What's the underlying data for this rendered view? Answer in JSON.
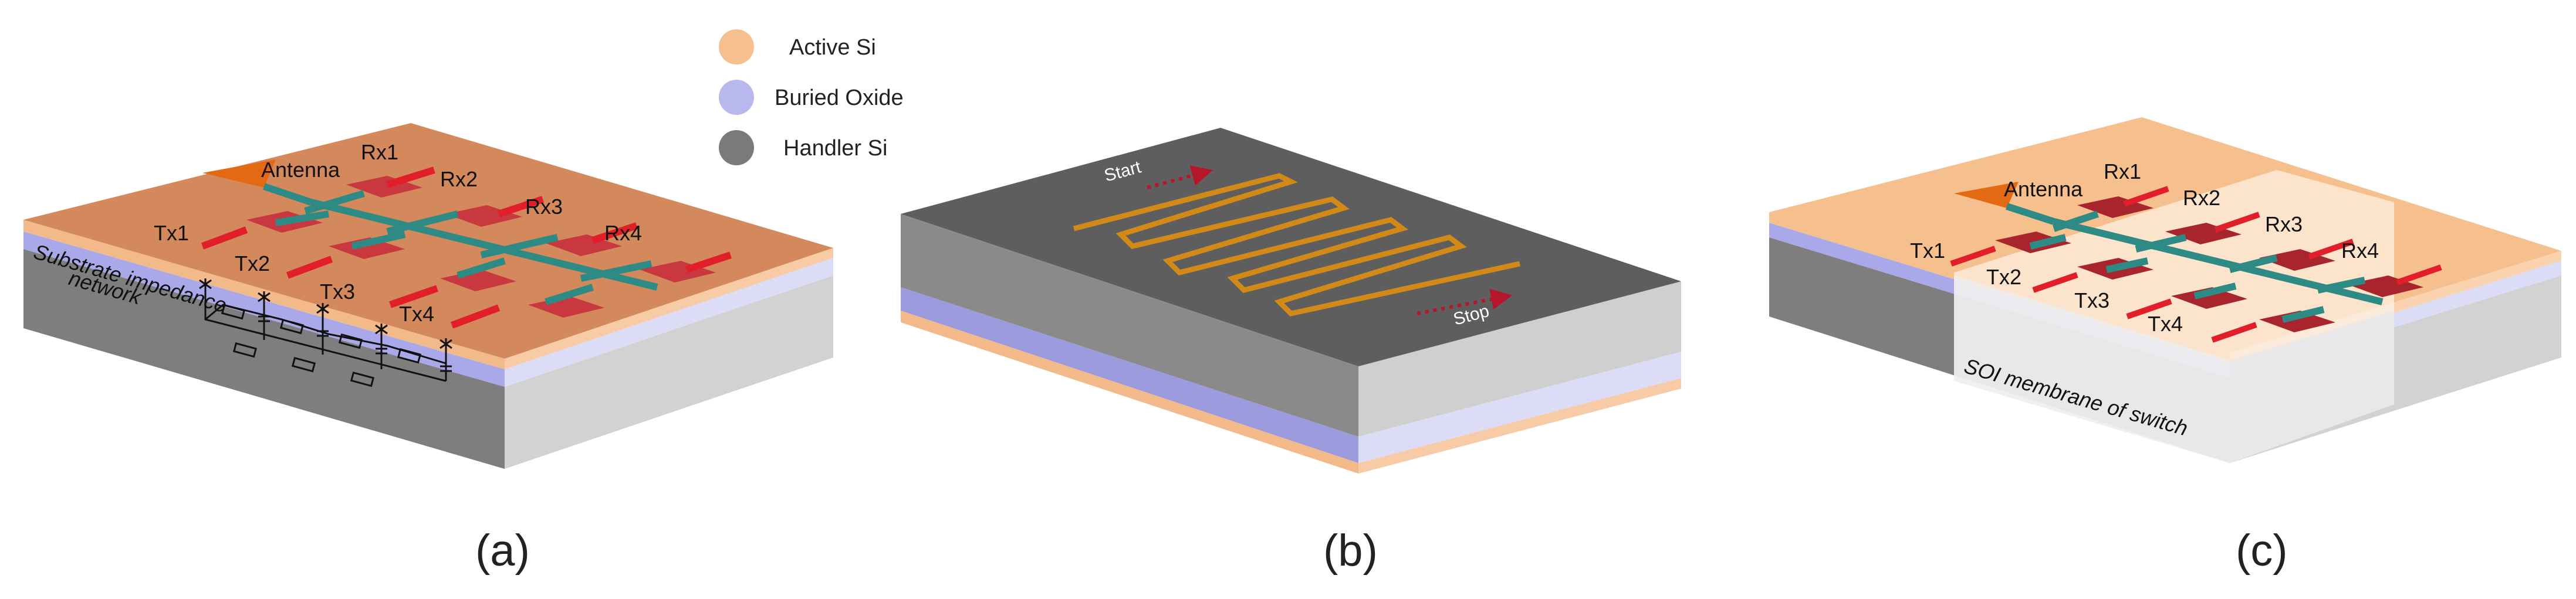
{
  "legend": {
    "items": [
      {
        "label": "Active Si",
        "color": "#F6C08E"
      },
      {
        "label": "Buried Oxide",
        "color": "#B9B8EE"
      },
      {
        "label": "Handler Si",
        "color": "#7A7A7A"
      }
    ]
  },
  "panel_a": {
    "caption": "(a)",
    "antenna_label": "Antenna",
    "rx_labels": [
      "Rx1",
      "Rx2",
      "Rx3",
      "Rx4"
    ],
    "tx_labels": [
      "Tx1",
      "Tx2",
      "Tx3",
      "Tx4"
    ],
    "network_label_line1": "Substrate impedance",
    "network_label_line2": "network"
  },
  "panel_b": {
    "caption": "(b)",
    "start_label": "Start",
    "stop_label": "Stop"
  },
  "panel_c": {
    "caption": "(c)",
    "antenna_label": "Antenna",
    "rx_labels": [
      "Rx1",
      "Rx2",
      "Rx3",
      "Rx4"
    ],
    "tx_labels": [
      "Tx1",
      "Tx2",
      "Tx3",
      "Tx4"
    ],
    "membrane_label": "SOI membrane of switch"
  },
  "colors": {
    "active_top": "#D4895C",
    "active_top_light": "#F6C08E",
    "oxide": "#B9B8EE",
    "handler_top": "#5E5E5E",
    "handler_front": "#8A8A8A",
    "handler_side": "#CFCFCF",
    "pad": "#C9373F",
    "trace": "#2E8A84",
    "port": "#E01F2A",
    "antenna": "#E36A12",
    "meander": "#D18A18"
  }
}
